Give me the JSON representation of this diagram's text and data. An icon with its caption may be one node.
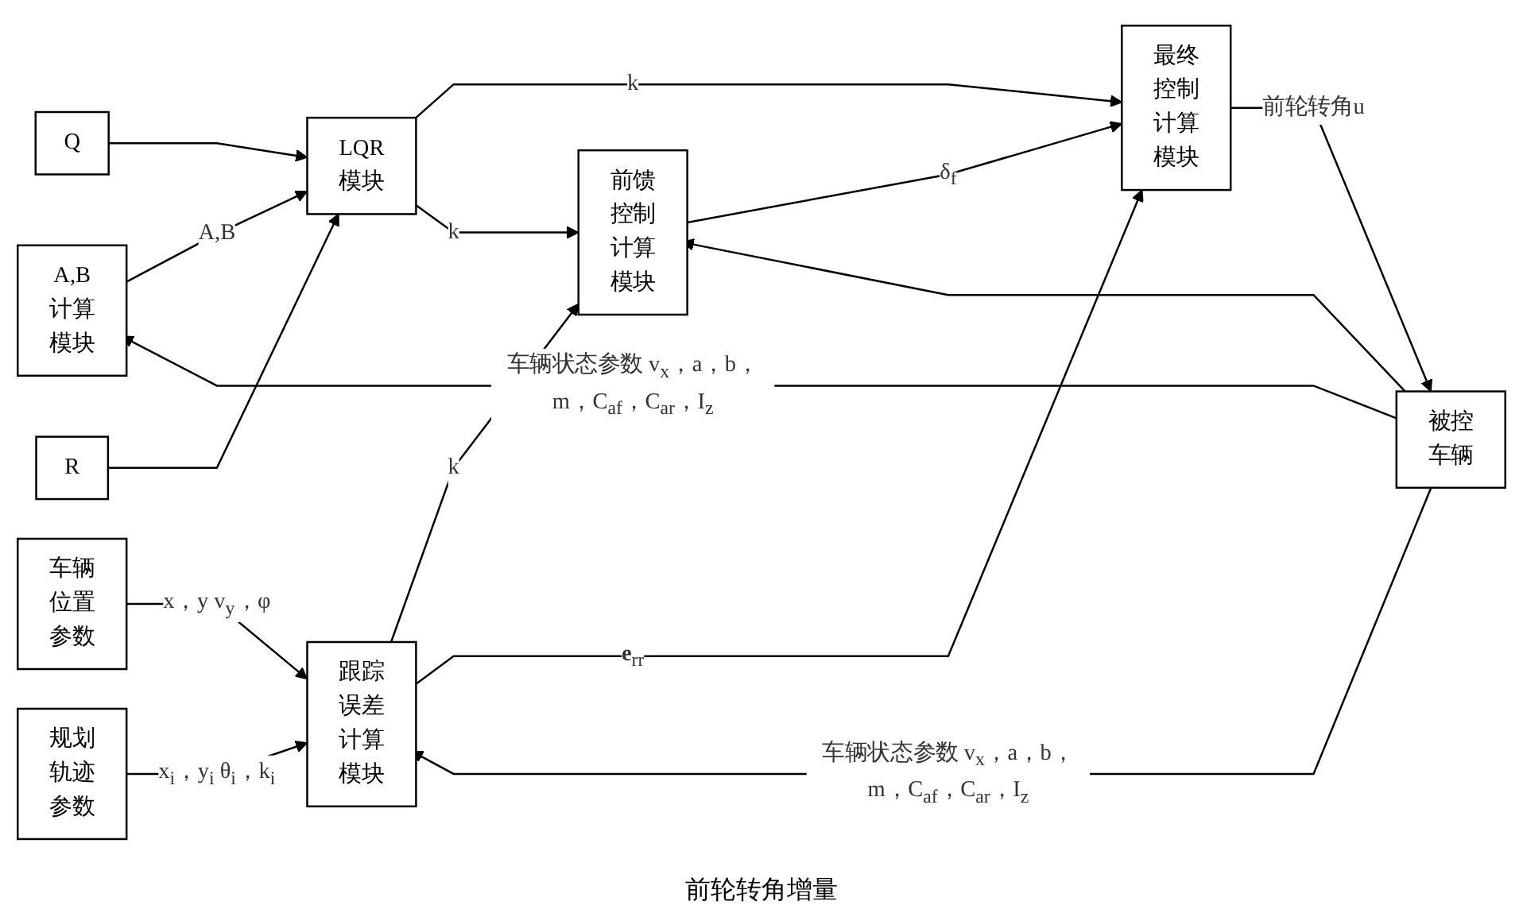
{
  "diagram": {
    "nodes": [
      {
        "text": [
          "车辆位置参数"
        ]
      },
      {
        "text": [
          "规划轨迹参数"
        ]
      },
      {
        "text": [
          "A,B计算模块"
        ]
      },
      {
        "text": [
          "Q"
        ]
      },
      {
        "text": [
          "R"
        ]
      },
      {
        "text": [
          "LQR模块"
        ]
      },
      {
        "text": [
          "跟踪误差计算模块"
        ]
      },
      {
        "text": [
          "前馈控制计算模块"
        ]
      },
      {
        "text": [
          "最终控制计算模块"
        ]
      },
      {
        "text": [
          "被控车辆"
        ]
      }
    ],
    "edges": [
      {
        "from": 0,
        "to": 6,
        "arrow": "to",
        "label": "x，y v$_{y}$，φ"
      },
      {
        "from": 1,
        "to": 6,
        "arrow": "to",
        "label": "x$_{i}$，y$_{i}$ θ$_{i}$，k$_{i}$"
      },
      {
        "from": 2,
        "to": 5,
        "arrow": "to",
        "label": "A,B"
      },
      {
        "from": 3,
        "to": 5,
        "arrow": "to"
      },
      {
        "from": 4,
        "to": 5,
        "arrow": "to"
      },
      {
        "from": 5,
        "to": 8,
        "arrow": "to",
        "label": "k"
      },
      {
        "from": 5,
        "to": 7,
        "arrow": "to",
        "label": "k"
      },
      {
        "from": 6,
        "to": 7,
        "arrow": "to",
        "label": "k"
      },
      {
        "from": 6,
        "to": 8,
        "arrow": "to",
        "label": "**e**$_{rr}$"
      },
      {
        "from": 7,
        "to": 8,
        "arrow": "to",
        "label": "δ$_{f}$"
      },
      {
        "from": 8,
        "to": 9,
        "arrow": "to",
        "label": "前轮转角u"
      },
      {
        "from": 9,
        "to": 2,
        "arrow": "to",
        "label": "车辆状态参数 v$_{x}$，a，b，m，C$_{af}$，C$_{ar}$，I$_{z}$"
      },
      {
        "from": 9,
        "to": 6,
        "arrow": "to",
        "label": "车辆状态参数 v$_{x}$，a，b，m，C$_{af}$，C$_{ar}$，I$_{z}$"
      },
      {
        "from": 9,
        "to": 7,
        "arrow": "to"
      }
    ],
    "labels": [
      "前轮转角增量"
    ]
  }
}
